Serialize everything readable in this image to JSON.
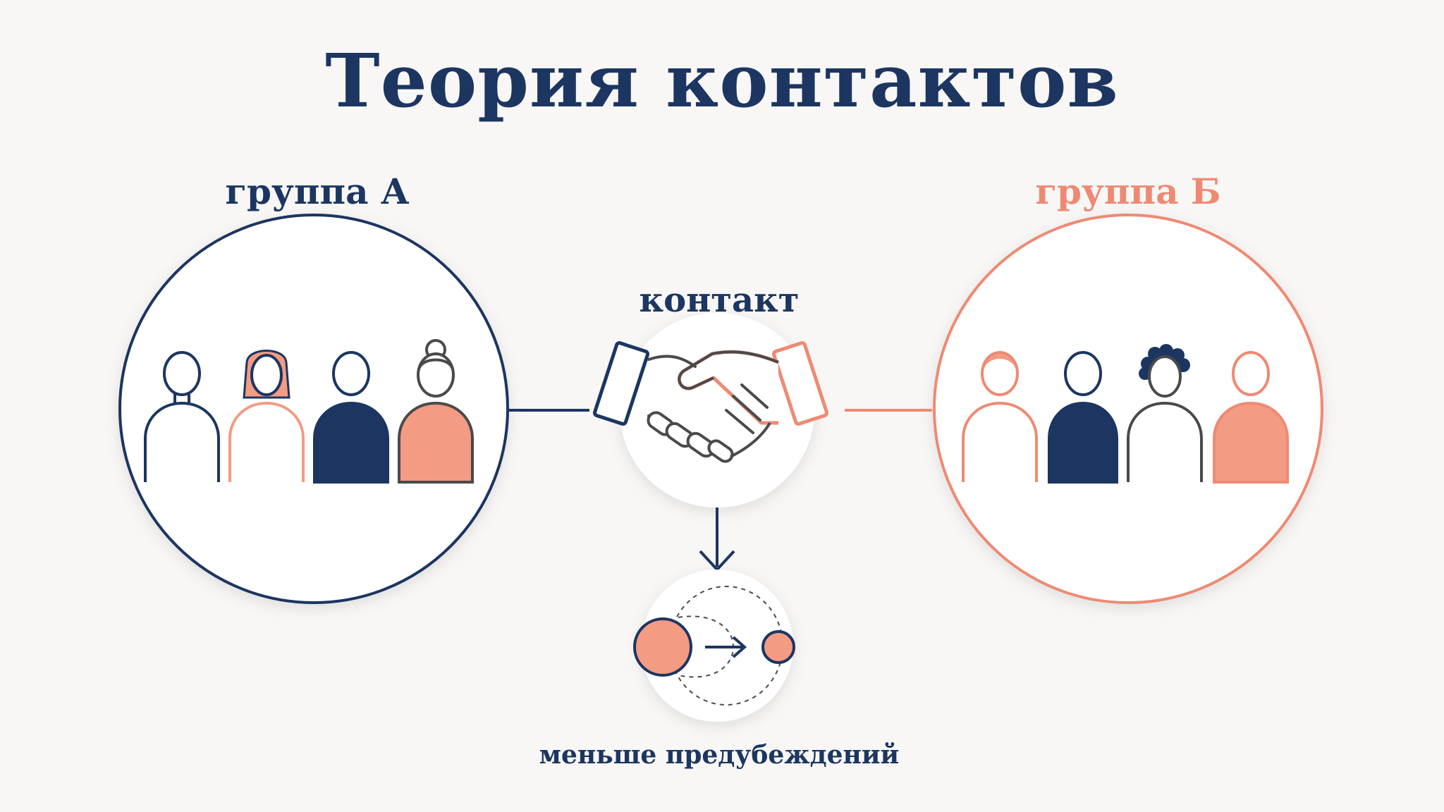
{
  "title": "Теория контактов",
  "group_a": {
    "label": "группа А",
    "color": "#1c3661"
  },
  "group_b": {
    "label": "группа Б",
    "color": "#ee8a73"
  },
  "center": {
    "contact_label": "контакт",
    "result_label": "меньше предубеждений"
  },
  "palette": {
    "navy": "#1c3661",
    "salmon": "#ee8a73",
    "fill_salmon": "#f39b83",
    "gray": "#4a4a4a",
    "background": "#f8f7f6"
  },
  "icons": [
    "person-icon",
    "handshake-icon",
    "shrinking-circles-icon",
    "arrow-down-icon"
  ]
}
